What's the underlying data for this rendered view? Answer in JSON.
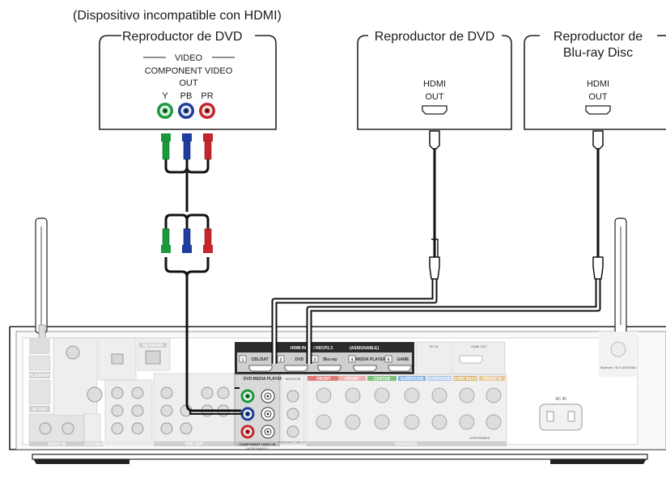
{
  "note_incompatible": "(Dispositivo incompatible con HDMI)",
  "devices": {
    "dvd_component": {
      "title": "Reproductor de DVD",
      "section": "VIDEO",
      "port_title_1": "COMPONENT VIDEO",
      "port_title_2": "OUT",
      "jacks": [
        "Y",
        "PB",
        "PR"
      ]
    },
    "dvd_hdmi": {
      "title": "Reproductor de DVD",
      "port_1": "HDMI",
      "port_2": "OUT"
    },
    "bluray": {
      "title_1": "Reproductor de",
      "title_2": "Blu-ray Disc",
      "port_1": "HDMI",
      "port_2": "OUT"
    }
  },
  "receiver": {
    "hdmi_in_header": "HDMI IN  4K / HDCP2.3",
    "hdmi_in_assignable": "(ASSIGNABLE)",
    "hdmi_inputs": [
      {
        "num": "1",
        "label": "CBL/SAT"
      },
      {
        "num": "2",
        "label": "DVD"
      },
      {
        "num": "3",
        "label": "Blu-ray"
      },
      {
        "num": "4",
        "label": "MEDIA PLAYER"
      },
      {
        "num": "5",
        "label": "GAME"
      }
    ],
    "component_header": "COMPONENT VIDEO IN",
    "component_sub": "(ASSIGNABLE)",
    "component_cols": [
      "DVD",
      "MEDIA PLAYER"
    ],
    "monitor_label": "MONITOR",
    "component_out_label": "COMPONENT VIDEO OUT",
    "network_label": "NETWORK",
    "flasher_label": "FLASHER",
    "dc_out_label": "DC OUT",
    "antenna_label": "ANTENNA",
    "audio_in_label": "AUDIO IN",
    "pre_out_label": "PRE OUT",
    "speakers_label": "SPEAKERS",
    "ac_in_label": "AC IN",
    "bt_antenna_label": "Bluetooth / Wi-Fi ANTENNA",
    "speaker_groups": [
      "FRONT",
      "FRONT",
      "CENTER",
      "SURROUND",
      "SURROUND",
      "SURR BACK",
      "FRONT H"
    ],
    "assignable_label": "ASSIGNABLE",
    "hdmi_out_label": "HDMI OUT",
    "rc_in_label": "RC IN"
  },
  "colors": {
    "green": "#1a9a3c",
    "blue": "#1f3d9c",
    "red": "#c4262b",
    "panel": "#d9d9d9",
    "hdmi_band": "#2b2b2b",
    "speaker_front": "#e07b7b",
    "speaker_center": "#7fbf7f",
    "speaker_surround": "#7fb0e0",
    "speaker_back": "#d9b36b"
  }
}
